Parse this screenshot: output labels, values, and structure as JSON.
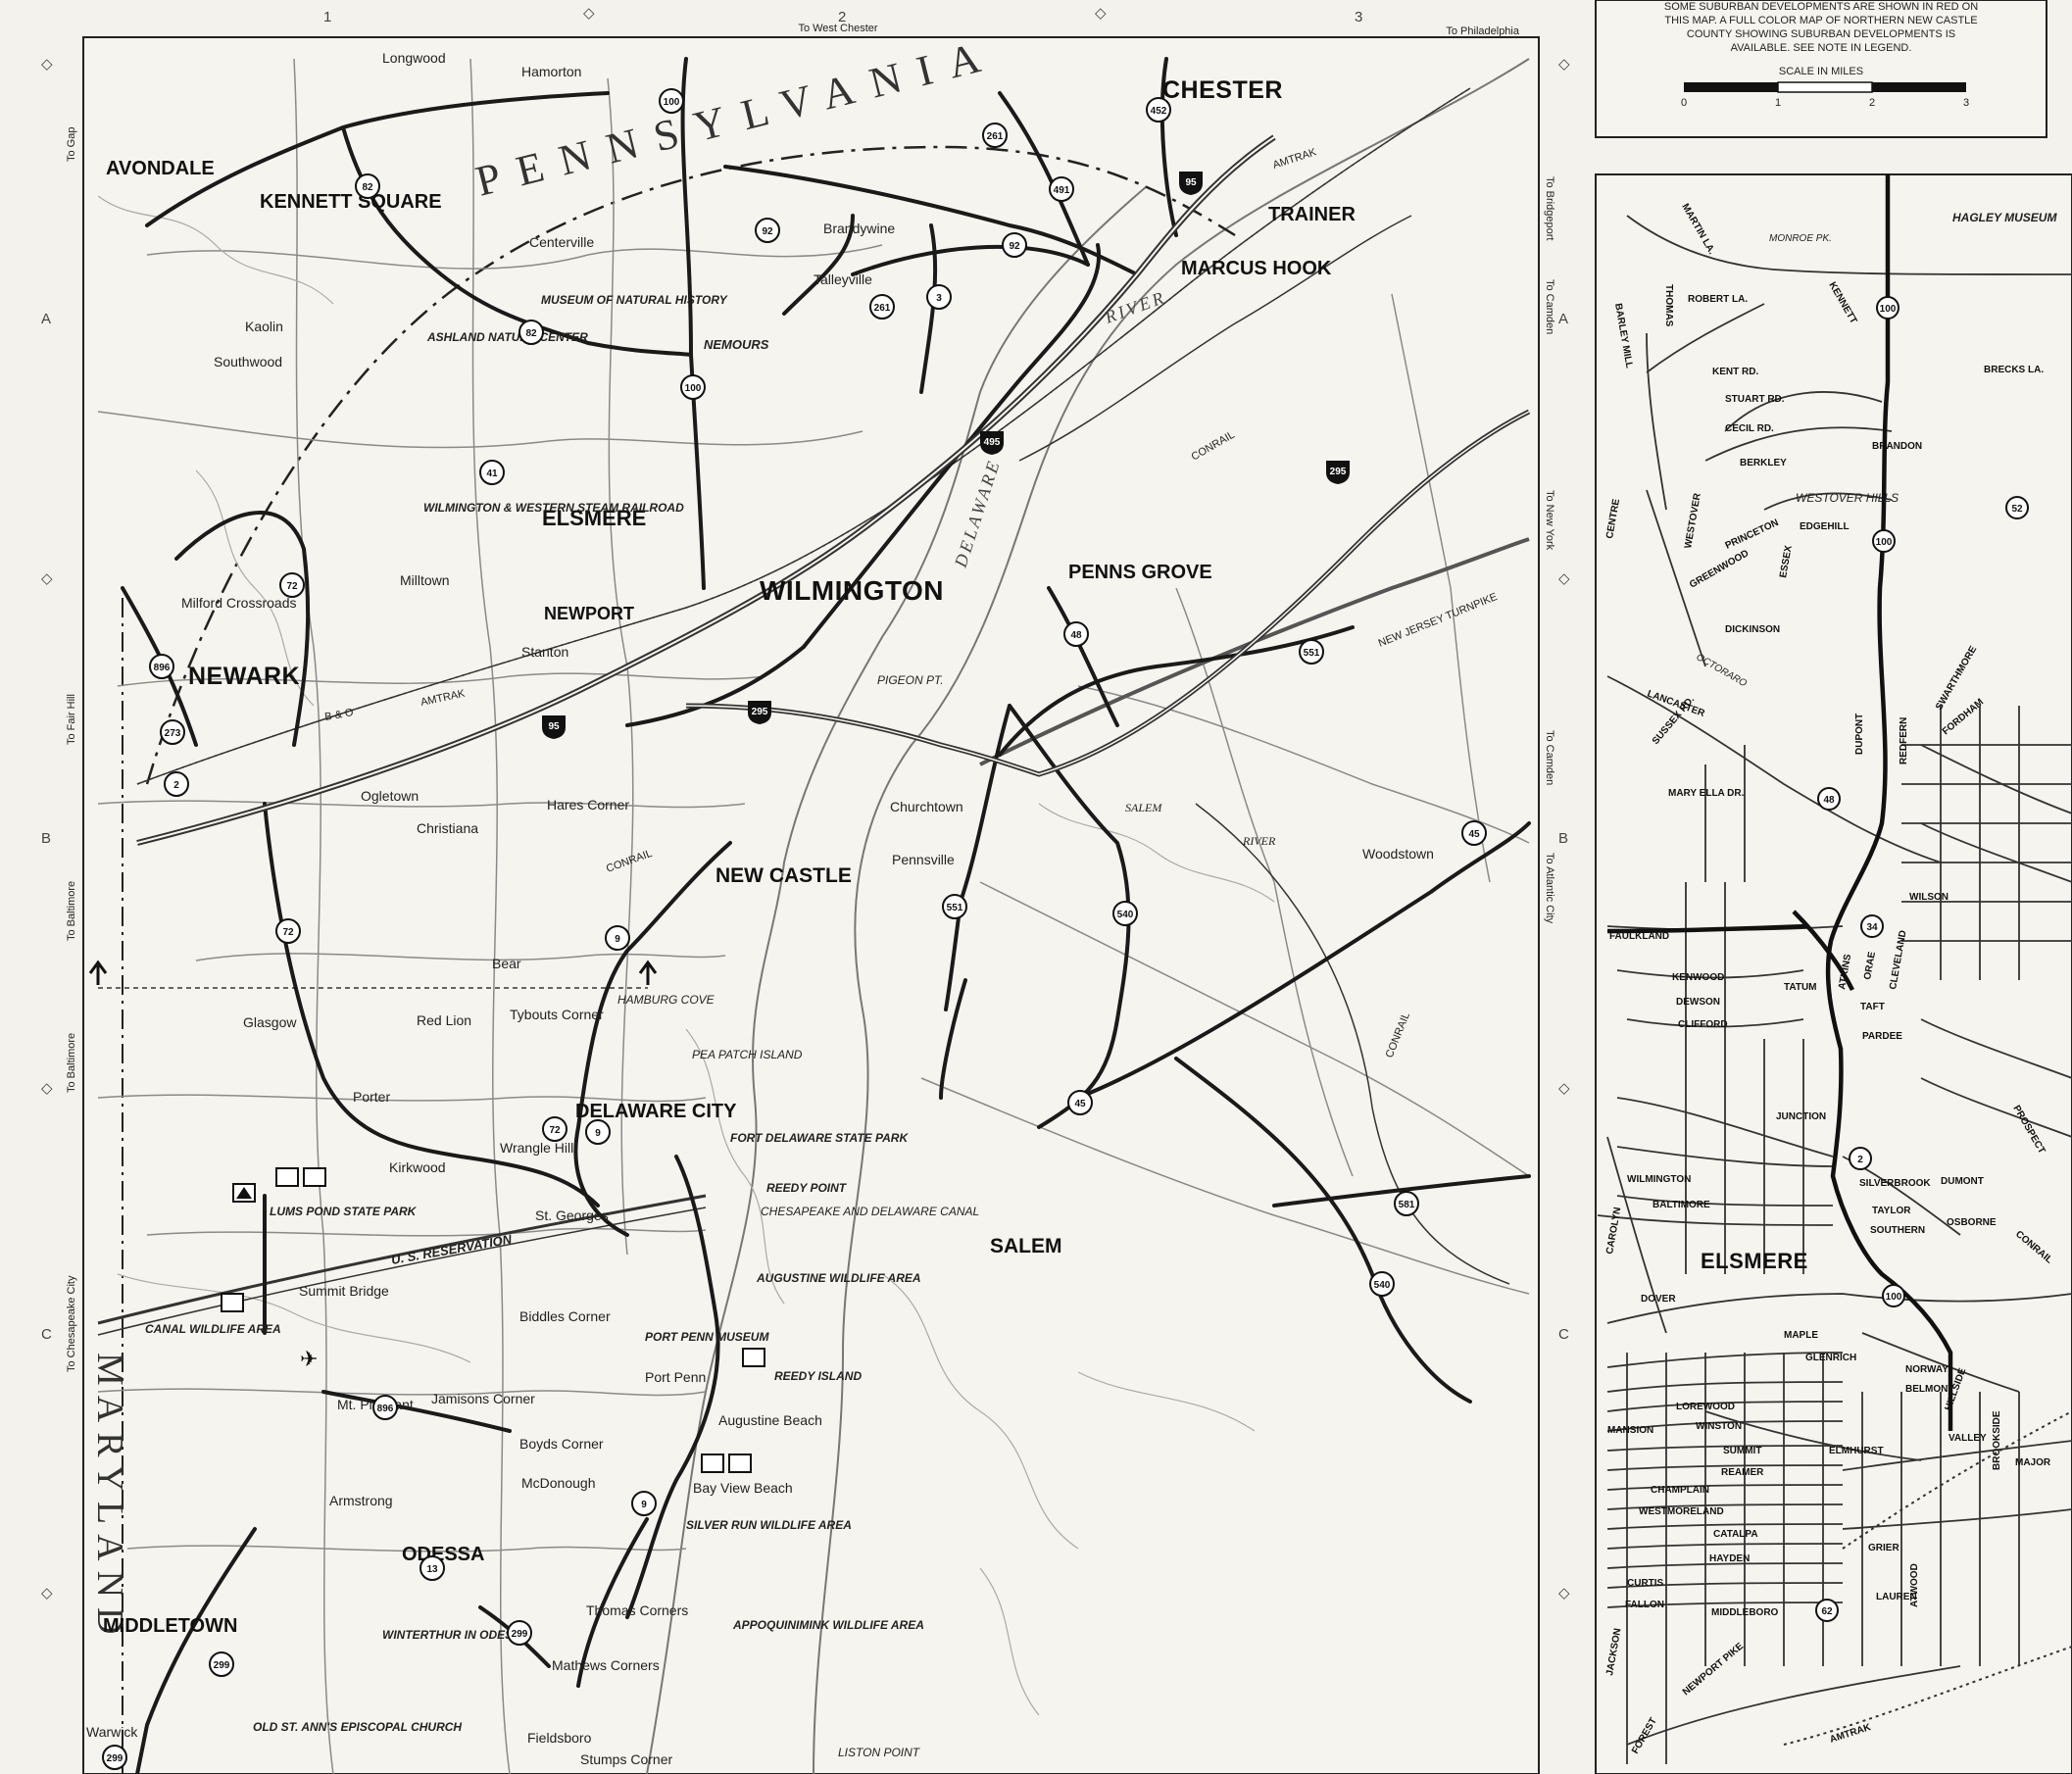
{
  "grid": {
    "columns": [
      "1",
      "2",
      "3"
    ],
    "rows": [
      "A",
      "B",
      "C"
    ]
  },
  "edge_labels": {
    "top": [
      "To West Chester",
      "To Philadelphia"
    ],
    "left": [
      "To Gap",
      "To Fair Hill",
      "To Baltimore",
      "To Baltimore",
      "To Chesapeake City"
    ],
    "right": [
      "To Bridgeport",
      "To Camden",
      "To New York",
      "To Camden",
      "To Atlantic City"
    ]
  },
  "state_labels": {
    "pennsylvania": "PENNSYLVANIA",
    "maryland": "MARYLAND"
  },
  "major_towns": [
    "CHESTER",
    "AVONDALE",
    "KENNETT SQUARE",
    "TRAINER",
    "MARCUS HOOK",
    "ELSMERE",
    "WILMINGTON",
    "PENNS GROVE",
    "NEWPORT",
    "NEWARK",
    "NEW CASTLE",
    "DELAWARE CITY",
    "SALEM",
    "ODESSA",
    "MIDDLETOWN"
  ],
  "towns": [
    "Longwood",
    "Hamorton",
    "Centerville",
    "Brandywine",
    "Talleyville",
    "Kaolin",
    "Southwood",
    "Milltown",
    "Milford Crossroads",
    "Stanton",
    "Ogletown",
    "Christiana",
    "Hares Corner",
    "Churchtown",
    "Pennsville",
    "Woodstown",
    "Bear",
    "Glasgow",
    "Red Lion",
    "Tybouts Corner",
    "Porter",
    "Kirkwood",
    "Wrangle Hill",
    "St. Georges",
    "Summit Bridge",
    "Biddles Corner",
    "Port Penn",
    "Augustine Beach",
    "Jamisons Corner",
    "Mt. Pleasant",
    "Boyds Corner",
    "McDonough",
    "Bay View Beach",
    "Armstrong",
    "Thomas Corners",
    "Mathews Corners",
    "Fieldsboro",
    "Stumps Corner",
    "Warwick"
  ],
  "features": [
    "MUSEUM OF NATURAL HISTORY",
    "ASHLAND NATURE CENTER",
    "NEMOURS",
    "WILMINGTON & WESTERN STEAM RAILROAD",
    "PEA PATCH ISLAND",
    "FORT DELAWARE STATE PARK",
    "REEDY POINT",
    "CHESAPEAKE AND DELAWARE CANAL",
    "LUMS POND STATE PARK",
    "U. S. RESERVATION",
    "CANAL WILDLIFE AREA",
    "AUGUSTINE WILDLIFE AREA",
    "PORT PENN MUSEUM",
    "REEDY ISLAND",
    "SILVER RUN WILDLIFE AREA",
    "WINTERTHUR IN ODESSA",
    "APPOQUINIMINK WILDLIFE AREA",
    "OLD ST. ANN'S EPISCOPAL CHURCH",
    "LISTON POINT",
    "PIGEON PT.",
    "HAMBURG COVE"
  ],
  "water_labels": [
    "DELAWARE RIVER",
    "SALEM RIVER"
  ],
  "railroad_labels": [
    "AMTRAK",
    "CONRAIL",
    "B & O",
    "NEW JERSEY TURNPIKE"
  ],
  "route_shields": [
    "100",
    "261",
    "491",
    "452",
    "95",
    "82",
    "92",
    "3",
    "495",
    "41",
    "295",
    "72",
    "896",
    "273",
    "48",
    "551",
    "2",
    "9",
    "540",
    "45",
    "581",
    "299",
    "13"
  ],
  "legend_note": {
    "lines": [
      "SOME SUBURBAN DEVELOPMENTS ARE SHOWN IN RED ON",
      "THIS MAP. A FULL COLOR MAP OF NORTHERN NEW CASTLE",
      "COUNTY SHOWING SUBURBAN DEVELOPMENTS IS",
      "AVAILABLE. SEE NOTE IN LEGEND."
    ],
    "scale_title": "SCALE IN MILES",
    "scale_ticks": [
      "0",
      "1",
      "2",
      "3"
    ]
  },
  "inset": {
    "title": "ELSMERE",
    "landmarks": [
      "HAGLEY MUSEUM",
      "WESTOVER HILLS"
    ],
    "streets": [
      "MONROE PK.",
      "MARTIN LA.",
      "ROBERT LA.",
      "KENNETT",
      "THOMAS",
      "BARLEY MILL",
      "KENT RD.",
      "STUART RD.",
      "CECIL RD.",
      "BERKLEY",
      "BRANDON",
      "WESTOVER",
      "PRINCETON",
      "ESSEX",
      "EDGEHILL",
      "GREENWOOD",
      "DICKINSON",
      "OCTORARO",
      "LANCASTER",
      "SUSSEX RD.",
      "MARY ELLA DR.",
      "CENTRE",
      "DUPONT",
      "REDFERN",
      "SWARTHMORE",
      "FORDHAM",
      "FAULKLAND",
      "KENWOOD",
      "DEWSON",
      "CLIFFORD",
      "TATUM",
      "ATKINS",
      "ORAE",
      "CLEVELAND",
      "WILSON",
      "TAFT",
      "PARDEE",
      "JUNCTION",
      "WILMINGTON",
      "BALTIMORE",
      "SILVERBROOK",
      "TAYLOR",
      "SOUTHERN",
      "OSBORNE",
      "DOVER",
      "CAROLYN",
      "MAPLE",
      "GLENRICH",
      "NORWAY",
      "BELMONT",
      "LOREWOOD",
      "WINSTON",
      "MANSION",
      "SUMMIT",
      "ELMHURST",
      "REAMER",
      "CHAMPLAIN",
      "WESTMORELAND",
      "CATALPA",
      "HAYDEN",
      "GRIER",
      "CURTIS",
      "FALLON",
      "LAUREN",
      "MIDDLEBORO",
      "JACKSON",
      "FOREST",
      "NEWPORT PIKE",
      "BRECKS LA.",
      "DUMONT",
      "PROSPECT",
      "MAJOR",
      "VALLEY",
      "ATWOOD",
      "HILLSIDE",
      "BROOKSIDE"
    ],
    "routes": [
      "100",
      "34",
      "48",
      "62",
      "2",
      "52"
    ],
    "railroads": [
      "AMTRAK",
      "CONRAIL"
    ]
  },
  "colors": {
    "paper": "#f4f2ec",
    "ink": "#111111",
    "road": "#1a1a1a",
    "minor_road": "#888888",
    "stream": "#9a9a9a",
    "border_line": "#222222"
  }
}
